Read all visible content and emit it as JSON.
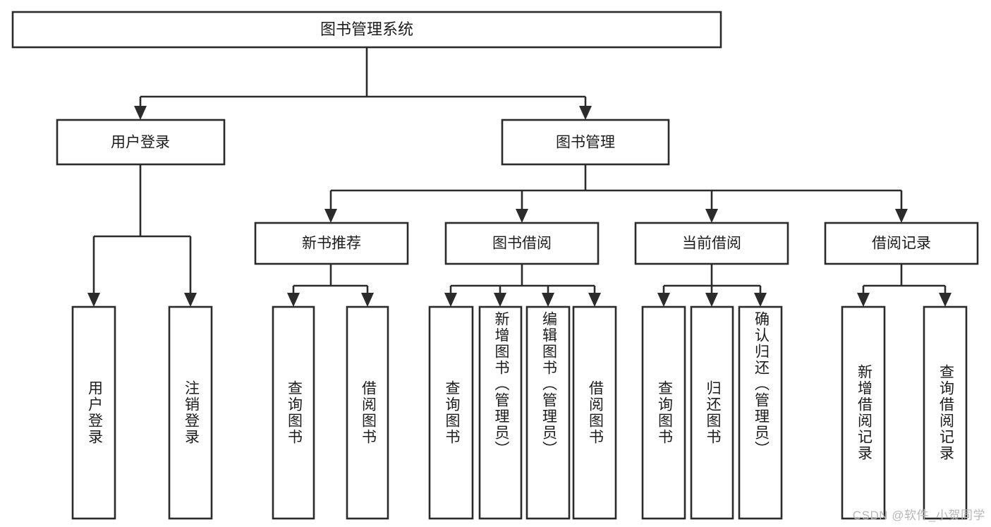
{
  "diagram": {
    "title": "图书管理系统",
    "watermark": "CSDN @软件_小贺同学",
    "type": "tree-hierarchy",
    "orientation": "top-down",
    "colors": {
      "box_stroke": "#2b2b2b",
      "box_fill": "#ffffff",
      "text": "#1c1c1c",
      "background": "#ffffff",
      "watermark": "#b7b7b7"
    },
    "root": {
      "id": "root",
      "label": "图书管理系统"
    },
    "level2": [
      {
        "id": "user-login",
        "label": "用户登录"
      },
      {
        "id": "book-manage",
        "label": "图书管理"
      }
    ],
    "level3": [
      {
        "id": "new-book-recommend",
        "label": "新书推荐",
        "parent": "book-manage"
      },
      {
        "id": "book-borrow",
        "label": "图书借阅",
        "parent": "book-manage"
      },
      {
        "id": "current-borrow",
        "label": "当前借阅",
        "parent": "book-manage"
      },
      {
        "id": "borrow-record",
        "label": "借阅记录",
        "parent": "book-manage"
      }
    ],
    "leaves": {
      "user-login": [
        {
          "id": "leaf-user-login",
          "label": "用户登录"
        },
        {
          "id": "leaf-user-logout",
          "label": "注销登录"
        }
      ],
      "new-book-recommend": [
        {
          "id": "leaf-query-book-1",
          "label": "查询图书"
        },
        {
          "id": "leaf-borrow-book-1",
          "label": "借阅图书"
        }
      ],
      "book-borrow": [
        {
          "id": "leaf-query-book-2",
          "label": "查询图书"
        },
        {
          "id": "leaf-add-book",
          "label": "新增图书（管理员）"
        },
        {
          "id": "leaf-edit-book",
          "label": "编辑图书（管理员）"
        },
        {
          "id": "leaf-borrow-book-2",
          "label": "借阅图书"
        }
      ],
      "current-borrow": [
        {
          "id": "leaf-query-book-3",
          "label": "查询图书"
        },
        {
          "id": "leaf-return-book",
          "label": "归还图书"
        },
        {
          "id": "leaf-confirm-return",
          "label": "确认归还（管理员）"
        }
      ],
      "borrow-record": [
        {
          "id": "leaf-add-record",
          "label": "新增借阅记录"
        },
        {
          "id": "leaf-query-record",
          "label": "查询借阅记录"
        }
      ]
    }
  }
}
